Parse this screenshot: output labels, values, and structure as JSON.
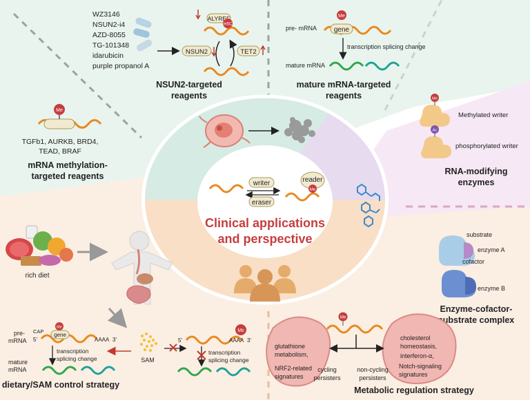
{
  "colors": {
    "green_panel": "#e9f4ee",
    "pink_panel": "#f6e8f4",
    "peach_panel": "#fbeee3",
    "center_teal": "#d5ebe4",
    "center_purple": "#e6dbef",
    "center_peach": "#f8dfc6",
    "rna_orange": "#e8891f",
    "rna_green": "#2ea84a",
    "rna_teal": "#1fa294",
    "me_red": "#c63d3d",
    "title_red": "#c63d3d",
    "arrow_red": "#c0392b"
  },
  "nsun2": {
    "drugs": [
      "WZ3146",
      "NSUN2-i4",
      "AZD-8055",
      "TG-101348",
      "idarubicin",
      "purple propanol A"
    ],
    "alyref": "ALYREF",
    "m5c": "m5C",
    "nsun2_label": "NSUN2",
    "tet2_label": "TET2",
    "title_line1": "NSUN2-targeted",
    "title_line2": "reagents"
  },
  "mature": {
    "pre_label": "pre- mRNA",
    "me": "Me",
    "gene": "gene",
    "process": "transcription splicing change",
    "mature_label": "mature mRNA",
    "title_line1": "mature mRNA-targeted",
    "title_line2": "reagents"
  },
  "methylation": {
    "me": "Me",
    "targets_line1": "TGFb1, AURKB, BRD4,",
    "targets_line2": "TEAD, BRAF",
    "title_line1": "mRNA methylation-",
    "title_line2": "targeted reagents"
  },
  "enzymes": {
    "me": "Me",
    "ac": "Ac",
    "writer_methylated": "Methylated writer",
    "writer_phosphorylated": "phosphorylated writer",
    "title_line1": "RNA-modifying",
    "title_line2": "enzymes"
  },
  "complex": {
    "substrate": "substrate",
    "enzyme_a": "enzyme A",
    "cofactor": "cofactor",
    "enzyme_b": "enzyme B",
    "title_line1": "Enzyme-cofactor-",
    "title_line2": "substrate complex"
  },
  "center": {
    "writer": "writer",
    "eraser": "eraser",
    "reader": "reader",
    "me": "Me",
    "title_line1": "Clinical applications",
    "title_line2": "and perspective"
  },
  "diet": {
    "rich_diet": "rich diet",
    "pre_mrna_line1": "pre-",
    "pre_mrna_line2": "mRNA",
    "cap": "CAP",
    "five_prime": "5'",
    "gene": "gene",
    "me": "Me",
    "aaaa": "AAAA",
    "three_prime": "3'",
    "process_line1": "transcription",
    "process_line2": "splicing change",
    "mature_line1": "mature",
    "mature_line2": "mRNA",
    "sam": "SAM",
    "ms": "Ms",
    "process2_line1": "transcription",
    "process2_line2": "splicing change",
    "title": "dietary/SAM control strategy"
  },
  "metabolic": {
    "me": "Me",
    "left_line1": "glutathione",
    "left_line2": "metabolism,",
    "left_line3": "NRF2-related",
    "left_line4": "signatures",
    "cycling_line1": "cycling",
    "cycling_line2": "persisters",
    "noncycling_line1": "non-cycling",
    "noncycling_line2": "persisters",
    "right_line1": "cholesterol",
    "right_line2": "homeostasis,",
    "right_line3": "interferon-α,",
    "right_line4": "Notch-signaling",
    "right_line5": "signatures",
    "title": "Metabolic regulation strategy"
  }
}
